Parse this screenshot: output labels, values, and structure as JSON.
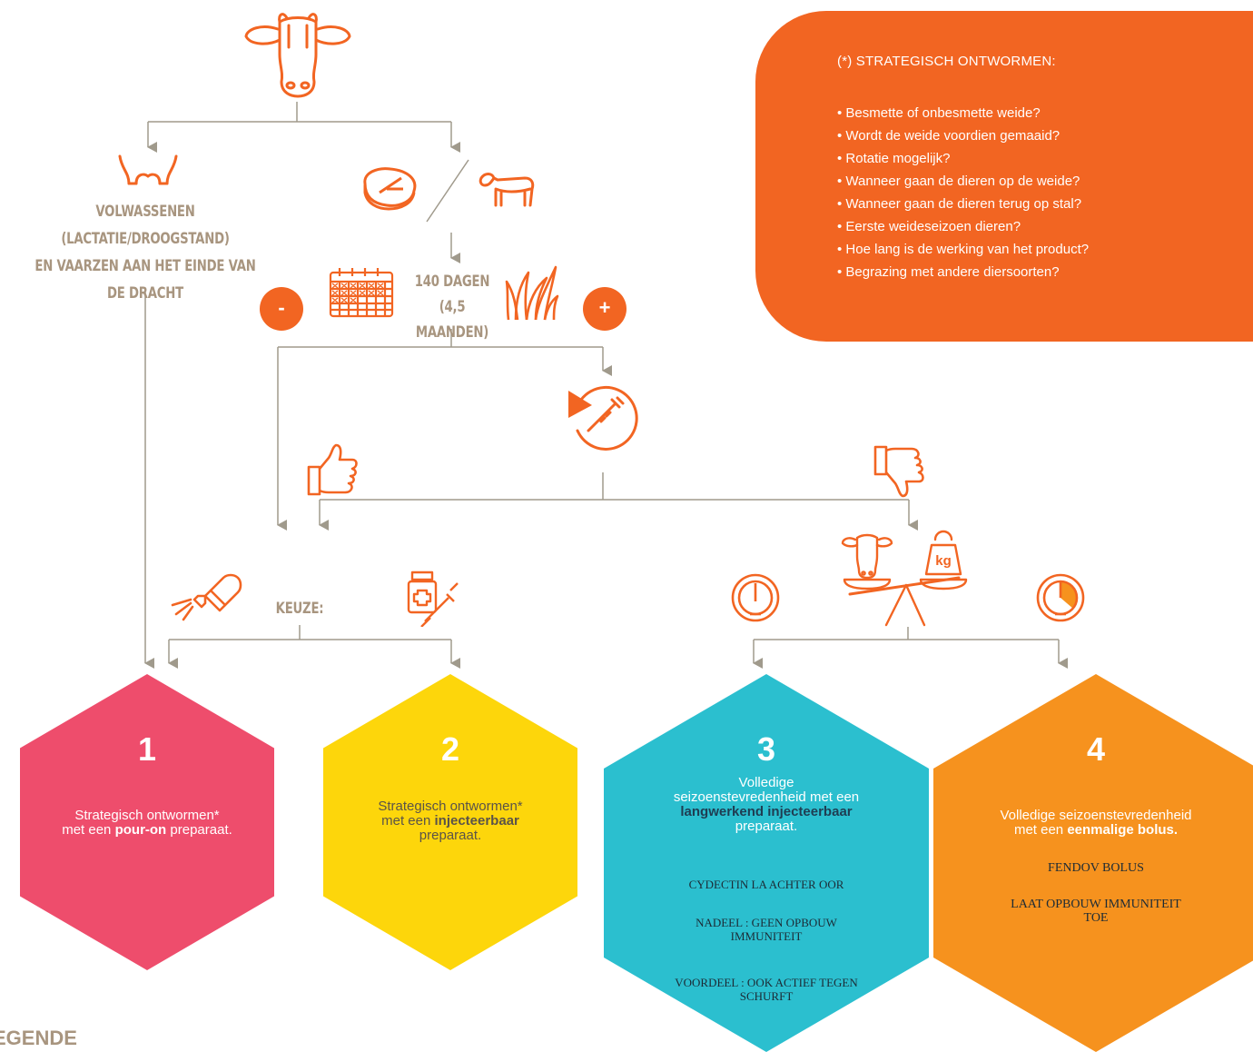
{
  "top_branches": {
    "adults_line1": "VOLWASSENEN (LACTATIE/DROOGSTAND)",
    "adults_line2": "EN VAARZEN AAN HET EINDE VAN DE DRACHT",
    "days_line1": "140 DAGEN",
    "days_line2": "(4,5 MAANDEN)",
    "minus": "-",
    "plus": "+",
    "choice": "KEUZE:"
  },
  "strategic_box": {
    "title": "(*) STRATEGISCH ONTWORMEN:",
    "items": [
      "Besmette of onbesmette weide?",
      "Wordt de weide voordien gemaaid?",
      "Rotatie mogelijk?",
      "Wanneer gaan de dieren op de weide?",
      "Wanneer gaan de dieren terug op stal?",
      "Eerste weideseizoen dieren?",
      "Hoe lang is de werking van het product?",
      "Begrazing met andere diersoorten?"
    ]
  },
  "hex1": {
    "num": "1",
    "t1": "Strategisch ontwormen*",
    "t2a": "met een ",
    "t2b": "pour-on",
    "t2c": " preparaat."
  },
  "hex2": {
    "num": "2",
    "t1": "Strategisch ontwormen*",
    "t2a": "met een ",
    "t2b": "injecteerbaar",
    "t3": "preparaat."
  },
  "hex3": {
    "num": "3",
    "t1": "Volledige",
    "t2": "seizoenstevredenheid met een",
    "t3": "langwerkend injecteerbaar",
    "t4": "preparaat.",
    "s1": "CYDECTIN LA ACHTER OOR",
    "s2a": "NADEEL : GEEN OPBOUW",
    "s2b": "IMMUNITEIT",
    "s3a": "VOORDEEL : OOK ACTIEF TEGEN",
    "s3b": "SCHURFT"
  },
  "hex4": {
    "num": "4",
    "t1": "Volledige seizoenstevredenheid",
    "t2a": "met een ",
    "t2b": "eenmalige bolus.",
    "s1": "FENDOV BOLUS",
    "s2a": "LAAT OPBOUW IMMUNITEIT",
    "s2b": "TOE"
  },
  "icons": {
    "kg_label": "kg"
  },
  "colors": {
    "orange": "#f26522",
    "pink": "#ee4d6c",
    "yellow": "#fdd60b",
    "teal": "#2bbfcf",
    "amber": "#f6921e",
    "line": "#a09a8c"
  },
  "legend": "EGENDE"
}
